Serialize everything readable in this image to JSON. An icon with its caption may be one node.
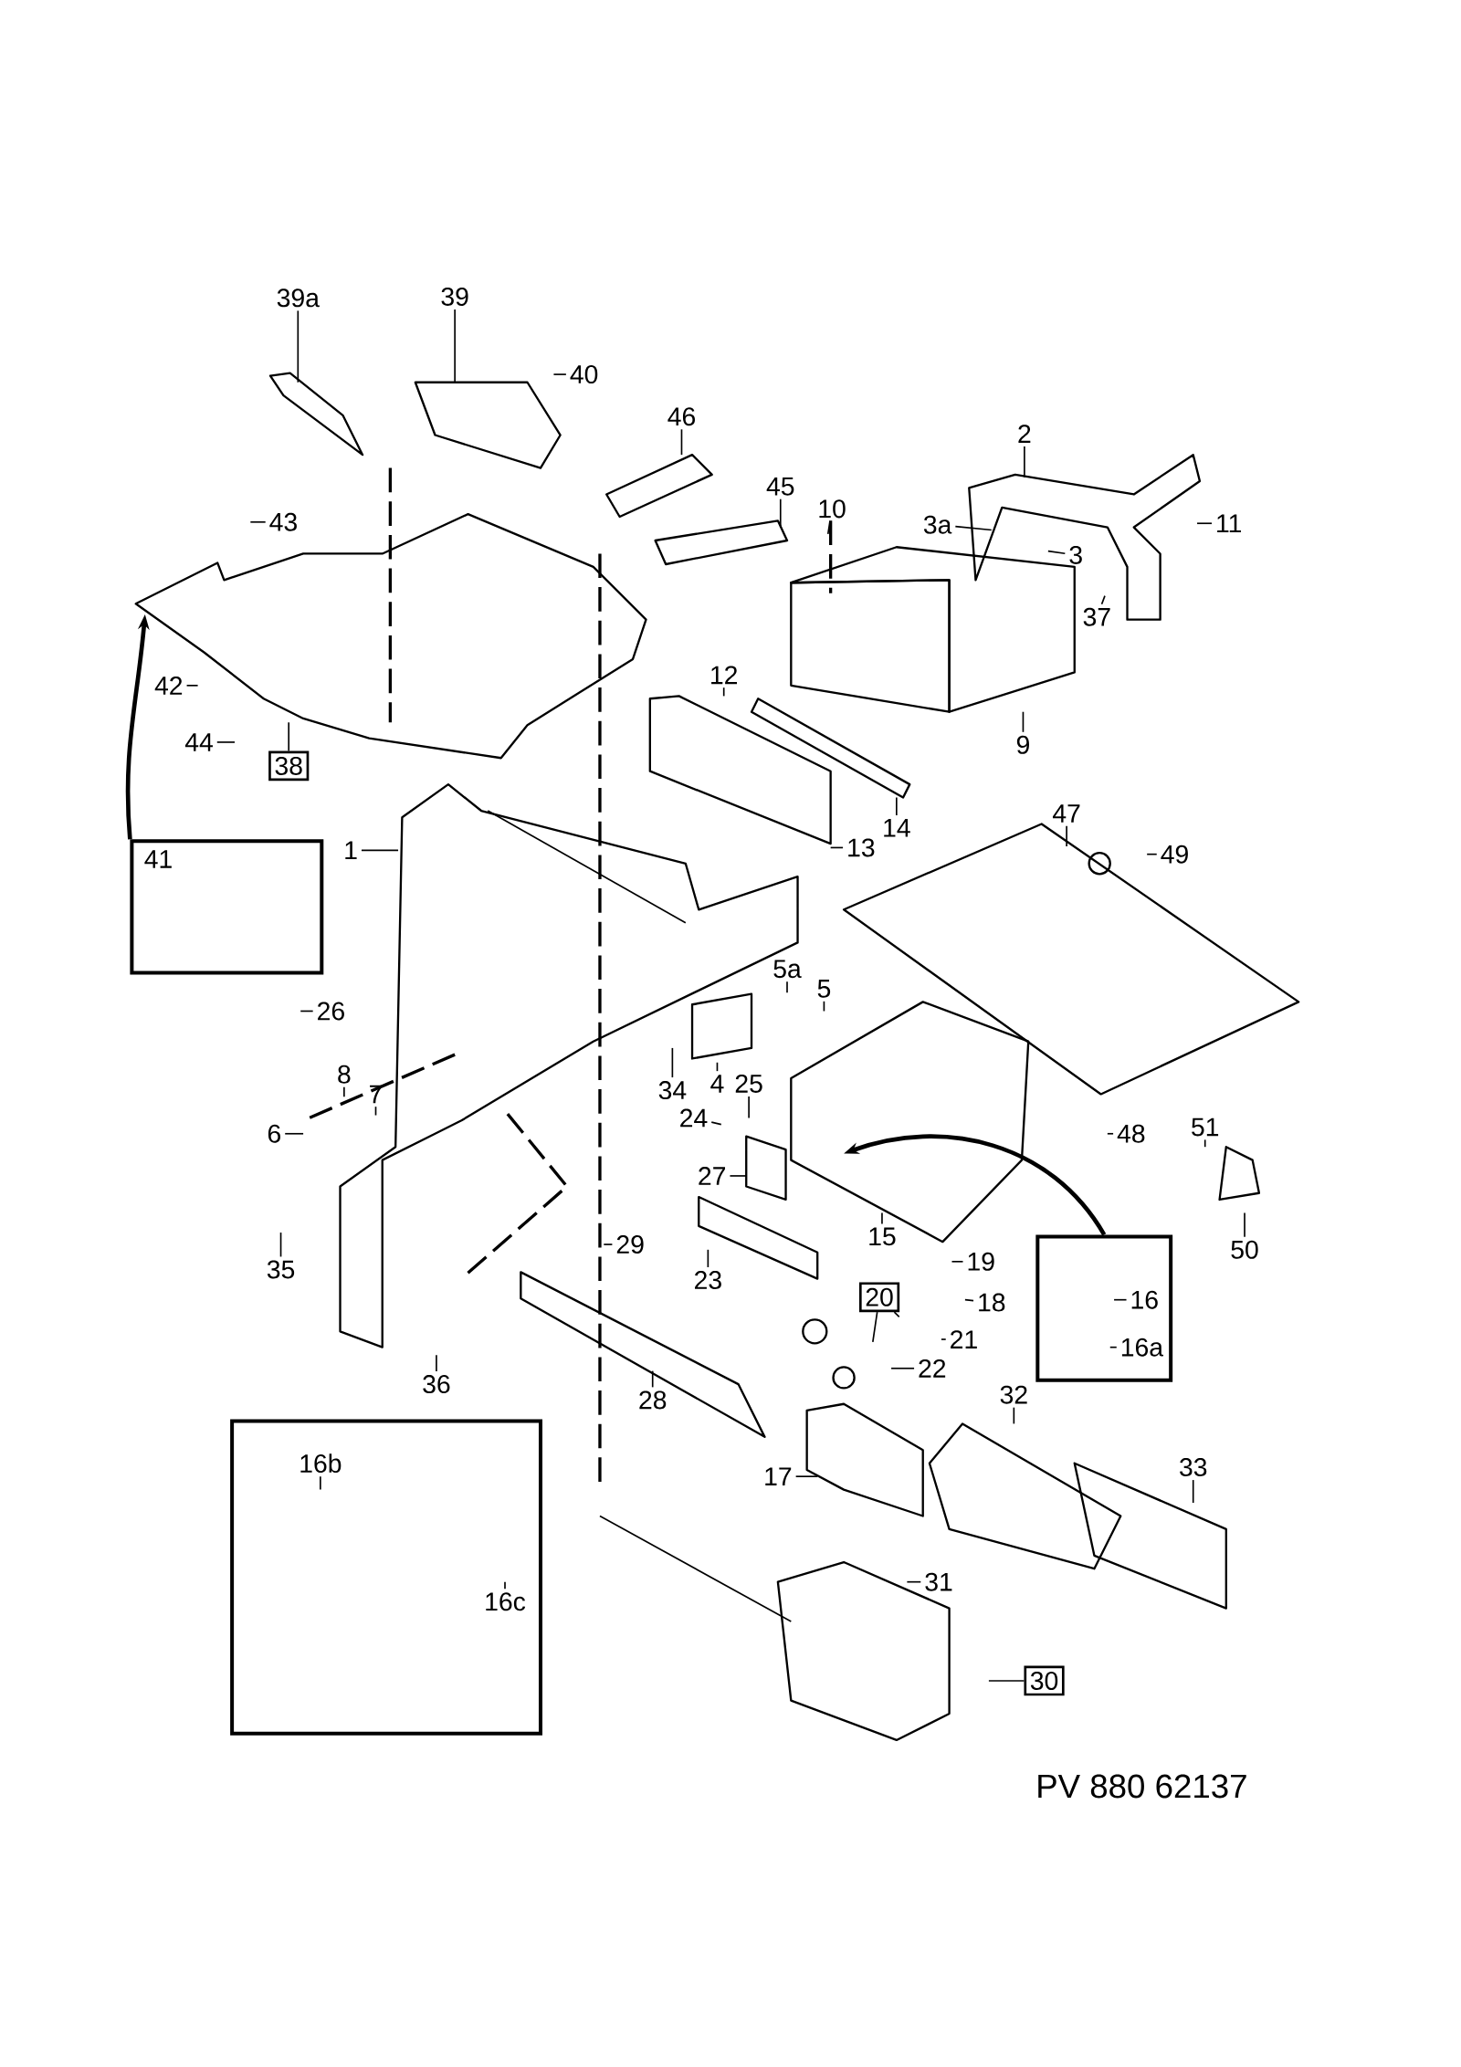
{
  "diagram": {
    "nodes": [
      {
        "text": [
          "39a"
        ]
      },
      {
        "text": [
          "39"
        ]
      },
      {
        "text": [
          "40"
        ]
      },
      {
        "text": [
          "46"
        ]
      },
      {
        "text": [
          "45"
        ]
      },
      {
        "text": [
          "10"
        ]
      },
      {
        "text": [
          "2"
        ]
      },
      {
        "text": [
          "3a"
        ]
      },
      {
        "text": [
          "3"
        ]
      },
      {
        "text": [
          "11"
        ]
      },
      {
        "text": [
          "43"
        ]
      },
      {
        "text": [
          "37"
        ]
      },
      {
        "text": [
          "42"
        ]
      },
      {
        "text": [
          "12"
        ]
      },
      {
        "text": [
          "44"
        ]
      },
      {
        "text": [
          "9"
        ]
      },
      {
        "text": [
          "38"
        ]
      },
      {
        "text": [
          "14"
        ]
      },
      {
        "text": [
          "13"
        ]
      },
      {
        "text": [
          "47"
        ]
      },
      {
        "text": [
          "1"
        ]
      },
      {
        "text": [
          "41"
        ]
      },
      {
        "text": [
          "49"
        ]
      },
      {
        "text": [
          "5a"
        ]
      },
      {
        "text": [
          "5"
        ]
      },
      {
        "text": [
          "26"
        ]
      },
      {
        "text": [
          "8"
        ]
      },
      {
        "text": [
          "7"
        ]
      },
      {
        "text": [
          "34"
        ]
      },
      {
        "text": [
          "4"
        ]
      },
      {
        "text": [
          "25"
        ]
      },
      {
        "text": [
          "6"
        ]
      },
      {
        "text": [
          "24"
        ]
      },
      {
        "text": [
          "48"
        ]
      },
      {
        "text": [
          "51"
        ]
      },
      {
        "text": [
          "27"
        ]
      },
      {
        "text": [
          "15"
        ]
      },
      {
        "text": [
          "29"
        ]
      },
      {
        "text": [],
        "shape": "box"
      },
      {
        "text": [
          "16"
        ],
        "in": 38
      },
      {
        "text": [
          "16a"
        ],
        "in": 38
      },
      {
        "text": [
          "50"
        ]
      },
      {
        "text": [
          "19"
        ]
      },
      {
        "text": [
          "23"
        ]
      },
      {
        "text": [
          "20"
        ]
      },
      {
        "text": [
          "18"
        ]
      },
      {
        "text": [
          "35"
        ]
      },
      {
        "text": [
          "21"
        ]
      },
      {
        "text": [
          "22"
        ]
      },
      {
        "text": [
          "36"
        ]
      },
      {
        "text": [
          "28"
        ]
      },
      {
        "text": [
          "32"
        ]
      },
      {
        "text": [
          "33"
        ]
      },
      {
        "text": [
          "17"
        ]
      },
      {
        "text": [],
        "shape": "box"
      },
      {
        "text": [
          "16b"
        ],
        "in": 54
      },
      {
        "text": [
          "16c"
        ],
        "in": 54
      },
      {
        "text": [
          "31"
        ]
      },
      {
        "text": [
          "30"
        ]
      }
    ],
    "edges": [
      {
        "from": 0,
        "to": null,
        "arrow": "none"
      },
      {
        "from": 1,
        "to": null,
        "arrow": "none"
      },
      {
        "from": 2,
        "to": null,
        "arrow": "none"
      },
      {
        "from": 3,
        "to": null,
        "arrow": "none"
      },
      {
        "from": 4,
        "to": null,
        "arrow": "none"
      },
      {
        "from": 5,
        "to": null,
        "arrow": "none"
      },
      {
        "from": 6,
        "to": null,
        "arrow": "none"
      },
      {
        "from": 7,
        "to": null,
        "arrow": "none"
      },
      {
        "from": 8,
        "to": null,
        "arrow": "none"
      },
      {
        "from": 9,
        "to": null,
        "arrow": "none"
      },
      {
        "from": 10,
        "to": null,
        "arrow": "none"
      },
      {
        "from": 11,
        "to": null,
        "arrow": "none"
      },
      {
        "from": 12,
        "to": null,
        "arrow": "none"
      },
      {
        "from": 13,
        "to": null,
        "arrow": "none"
      },
      {
        "from": 14,
        "to": null,
        "arrow": "none"
      },
      {
        "from": 15,
        "to": null,
        "arrow": "none"
      },
      {
        "from": 16,
        "to": null,
        "arrow": "none"
      },
      {
        "from": 17,
        "to": null,
        "arrow": "none"
      },
      {
        "from": 18,
        "to": null,
        "arrow": "none"
      },
      {
        "from": 19,
        "to": null,
        "arrow": "none"
      },
      {
        "from": 20,
        "to": null,
        "arrow": "none"
      },
      {
        "from": 21,
        "to": null,
        "arrow": "to"
      },
      {
        "from": 22,
        "to": null,
        "arrow": "none"
      },
      {
        "from": 23,
        "to": null,
        "arrow": "none"
      },
      {
        "from": 24,
        "to": null,
        "arrow": "none"
      },
      {
        "from": 25,
        "to": null,
        "arrow": "none"
      },
      {
        "from": 26,
        "to": null,
        "arrow": "none"
      },
      {
        "from": 27,
        "to": null,
        "arrow": "none"
      },
      {
        "from": 28,
        "to": null,
        "arrow": "none"
      },
      {
        "from": 29,
        "to": null,
        "arrow": "none"
      },
      {
        "from": 30,
        "to": null,
        "arrow": "none"
      },
      {
        "from": 31,
        "to": null,
        "arrow": "none"
      },
      {
        "from": 32,
        "to": null,
        "arrow": "none"
      },
      {
        "from": 33,
        "to": null,
        "arrow": "none"
      },
      {
        "from": 34,
        "to": null,
        "arrow": "none"
      },
      {
        "from": 35,
        "to": null,
        "arrow": "none"
      },
      {
        "from": 36,
        "to": null,
        "arrow": "none"
      },
      {
        "from": 37,
        "to": null,
        "arrow": "none"
      },
      {
        "from": 38,
        "to": null,
        "arrow": "to"
      },
      {
        "from": 39,
        "to": null,
        "arrow": "none"
      },
      {
        "from": 40,
        "to": null,
        "arrow": "none"
      },
      {
        "from": 41,
        "to": null,
        "arrow": "none"
      },
      {
        "from": 42,
        "to": null,
        "arrow": "none"
      },
      {
        "from": 43,
        "to": null,
        "arrow": "none"
      },
      {
        "from": 44,
        "to": null,
        "arrow": "none"
      },
      {
        "from": 44,
        "to": null,
        "arrow": "none"
      },
      {
        "from": 45,
        "to": null,
        "arrow": "none"
      },
      {
        "from": 46,
        "to": null,
        "arrow": "none"
      },
      {
        "from": 47,
        "to": null,
        "arrow": "none"
      },
      {
        "from": 48,
        "to": null,
        "arrow": "none"
      },
      {
        "from": 49,
        "to": null,
        "arrow": "none"
      },
      {
        "from": 50,
        "to": null,
        "arrow": "none"
      },
      {
        "from": 51,
        "to": null,
        "arrow": "none"
      },
      {
        "from": 52,
        "to": null,
        "arrow": "none"
      },
      {
        "from": 53,
        "to": null,
        "arrow": "none"
      },
      {
        "from": 55,
        "to": null,
        "arrow": "none"
      },
      {
        "from": 56,
        "to": null,
        "arrow": "none"
      },
      {
        "from": 57,
        "to": null,
        "arrow": "none"
      },
      {
        "from": 58,
        "to": null,
        "arrow": "none"
      }
    ],
    "labels": [
      "PV 880 62137"
    ]
  }
}
